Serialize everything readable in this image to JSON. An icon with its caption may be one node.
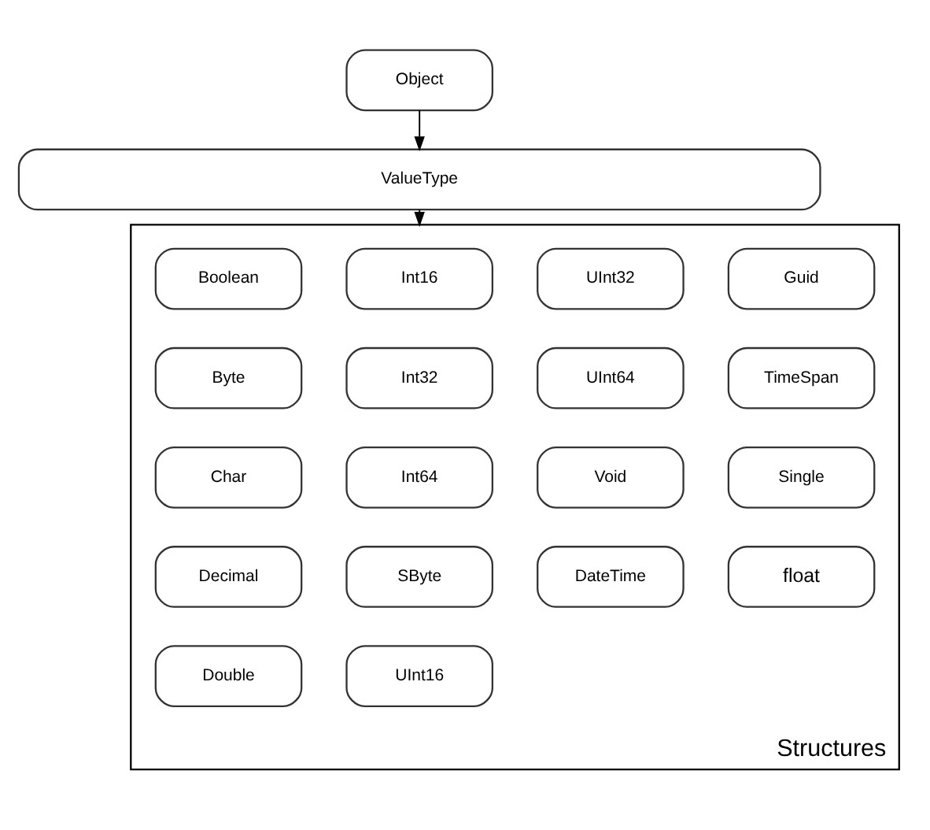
{
  "diagram": {
    "nodes": [
      {
        "text": [
          "Object"
        ]
      },
      {
        "text": [
          "ValueType"
        ]
      },
      {
        "text": [
          "Structures"
        ]
      },
      {
        "text": [
          "Boolean"
        ],
        "in": 2
      },
      {
        "text": [
          "Int16"
        ],
        "in": 2
      },
      {
        "text": [
          "UInt32"
        ],
        "in": 2
      },
      {
        "text": [
          "Guid"
        ],
        "in": 2
      },
      {
        "text": [
          "Byte"
        ],
        "in": 2
      },
      {
        "text": [
          "Int32"
        ],
        "in": 2
      },
      {
        "text": [
          "UInt64"
        ],
        "in": 2
      },
      {
        "text": [
          "TimeSpan"
        ],
        "in": 2
      },
      {
        "text": [
          "Char"
        ],
        "in": 2
      },
      {
        "text": [
          "Int64"
        ],
        "in": 2
      },
      {
        "text": [
          "Void"
        ],
        "in": 2
      },
      {
        "text": [
          "Single"
        ],
        "in": 2
      },
      {
        "text": [
          "Decimal"
        ],
        "in": 2
      },
      {
        "text": [
          "SByte"
        ],
        "in": 2
      },
      {
        "text": [
          "DateTime"
        ],
        "in": 2
      },
      {
        "text": [
          "float"
        ],
        "in": 2
      },
      {
        "text": [
          "Double"
        ],
        "in": 2
      },
      {
        "text": [
          "UInt16"
        ],
        "in": 2
      }
    ],
    "edges": [
      {
        "from": 0,
        "to": 1,
        "arrow": "to"
      },
      {
        "from": 1,
        "to": 2,
        "arrow": "to"
      }
    ]
  }
}
